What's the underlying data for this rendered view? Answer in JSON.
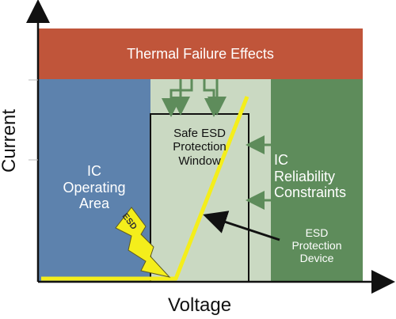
{
  "axes": {
    "x_label": "Voltage",
    "y_label": "Current"
  },
  "regions": {
    "thermal": {
      "label": "Thermal Failure Effects",
      "color": "#c0553a"
    },
    "operating": {
      "line1": "IC",
      "line2": "Operating",
      "line3": "Area",
      "color": "#5d82ad"
    },
    "window": {
      "line1": "Safe ESD",
      "line2": "Protection",
      "line3": "Window",
      "color": "#cad9c2"
    },
    "reliability": {
      "line1": "IC",
      "line2": "Reliability",
      "line3": "Constraints",
      "color": "#5e8c5b"
    },
    "device": {
      "line1": "ESD",
      "line2": "Protection",
      "line3": "Device"
    }
  },
  "esd_bolt": {
    "label": "ESD",
    "color": "#f4ee1b"
  },
  "curve_color": "#f4ee1b",
  "arrow_color": "#5e8c5b"
}
